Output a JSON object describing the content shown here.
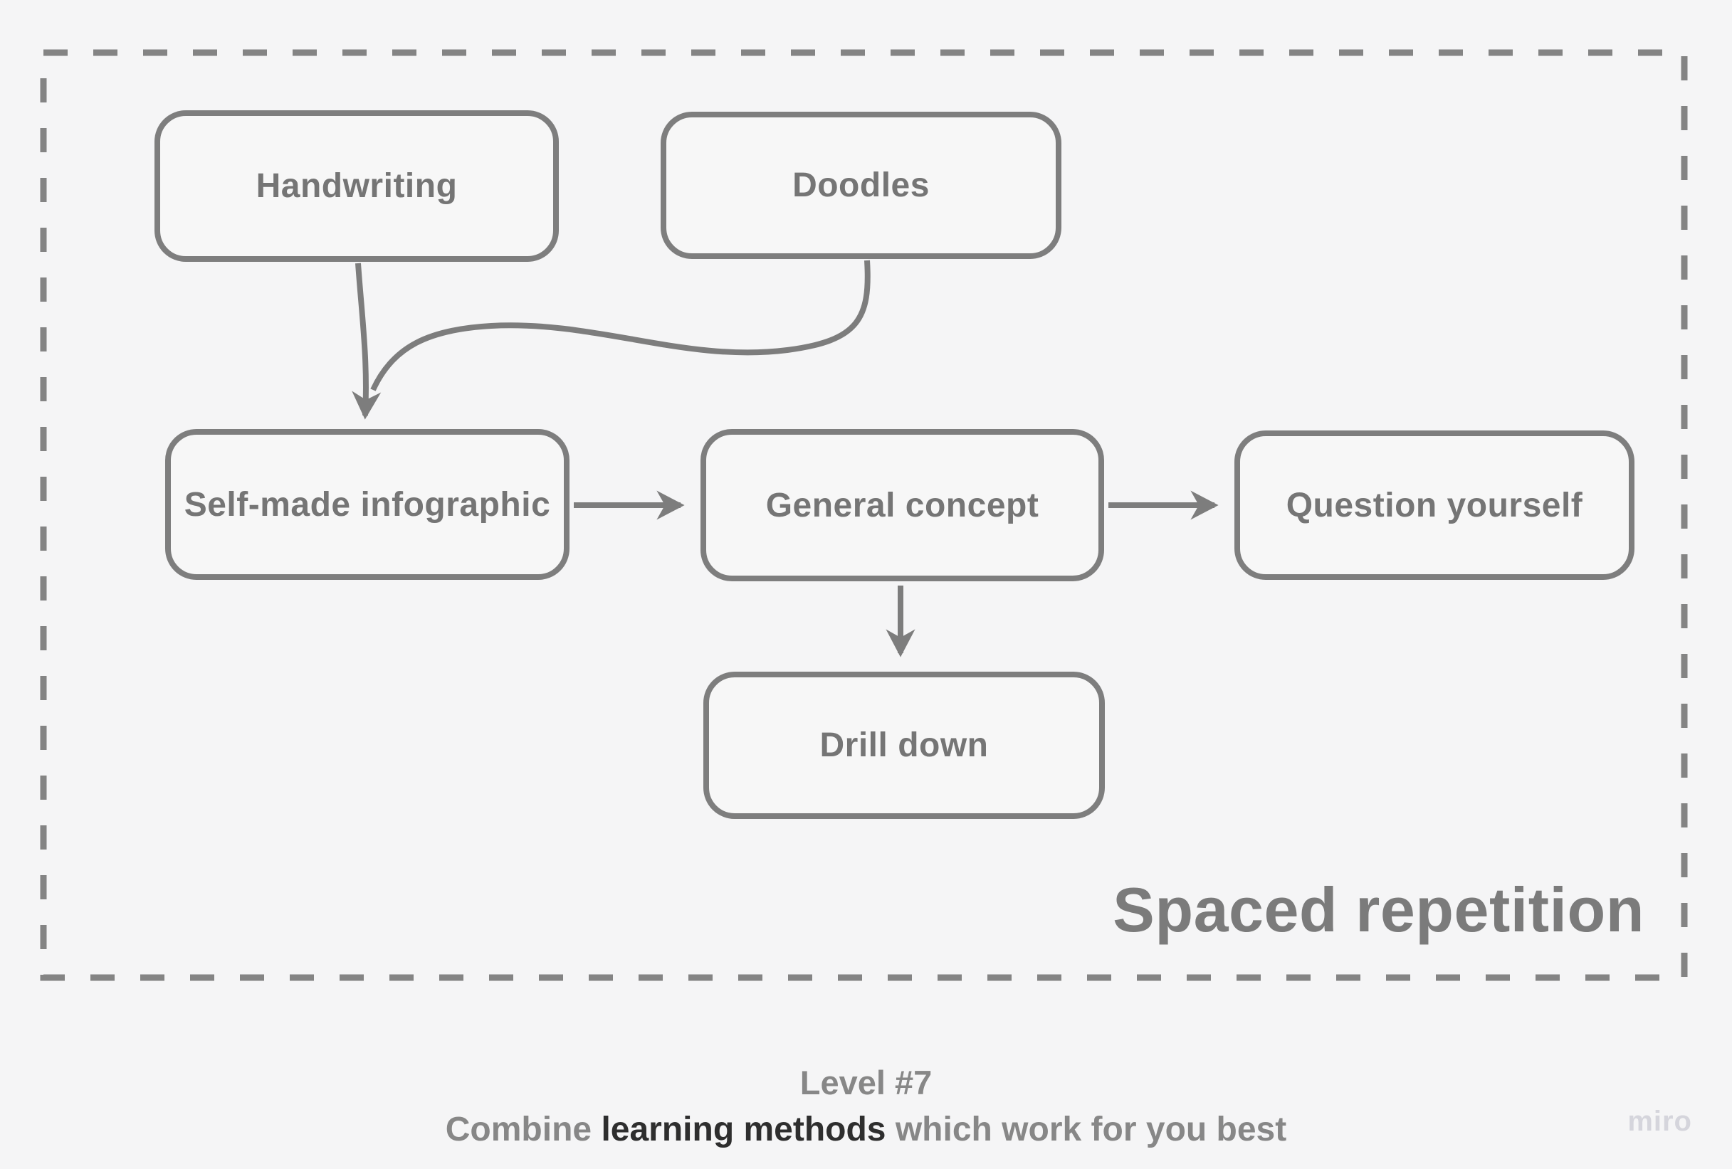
{
  "colors": {
    "background": "#f5f5f6",
    "node_border": "#7e7e7e",
    "node_text": "#757575",
    "connector": "#7d7d7d",
    "frame_border": "#848484",
    "frame_title": "#7b7b7b",
    "caption_gray": "#878787",
    "caption_dark": "#2e2e2e",
    "watermark": "#d5d5dc"
  },
  "frame": {
    "title": "Spaced repetition"
  },
  "nodes": [
    {
      "id": "handwriting",
      "label": "Handwriting"
    },
    {
      "id": "doodles",
      "label": "Doodles"
    },
    {
      "id": "self-made-infographic",
      "label": "Self-made infographic"
    },
    {
      "id": "general-concept",
      "label": "General concept"
    },
    {
      "id": "question-yourself",
      "label": "Question yourself"
    },
    {
      "id": "drill-down",
      "label": "Drill down"
    }
  ],
  "edges": [
    {
      "from": "Handwriting",
      "to": "Self-made infographic"
    },
    {
      "from": "Doodles",
      "to": "Self-made infographic"
    },
    {
      "from": "Self-made infographic",
      "to": "General concept"
    },
    {
      "from": "General concept",
      "to": "Question yourself"
    },
    {
      "from": "General concept",
      "to": "Drill down"
    }
  ],
  "caption": {
    "level": "Level #7",
    "prefix": "Combine ",
    "highlight": "learning methods",
    "suffix": " which work for you best"
  },
  "watermark": "miro"
}
